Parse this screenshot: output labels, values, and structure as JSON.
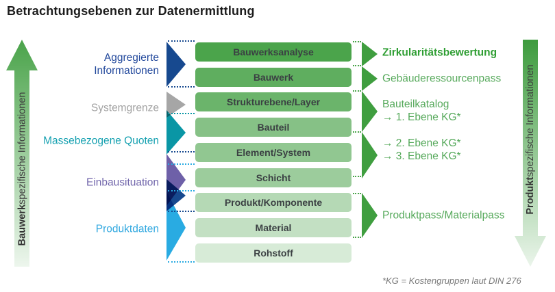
{
  "title": "Betrachtungsebenen zur Datenermittlung",
  "footnote": "*KG = Kostengruppen laut DIN 276",
  "left_axis": {
    "bold": "Bauwerk",
    "rest": "spezifische Informationen"
  },
  "right_axis": {
    "bold": "Produkt",
    "rest": "spezifische Informationen"
  },
  "bars": [
    {
      "label": "Bauwerksanalyse",
      "color": "#4ba44b"
    },
    {
      "label": "Bauwerk",
      "color": "#5fae5f"
    },
    {
      "label": "Strukturebene/Layer",
      "color": "#6bb46b"
    },
    {
      "label": "Bauteil",
      "color": "#86c186"
    },
    {
      "label": "Element/System",
      "color": "#91c791"
    },
    {
      "label": "Schicht",
      "color": "#9ccc9c"
    },
    {
      "label": "Produkt/Komponente",
      "color": "#b5d9b5"
    },
    {
      "label": "Material",
      "color": "#c3e0c3"
    },
    {
      "label": "Rohstoff",
      "color": "#d7ebd7"
    }
  ],
  "left_labels": [
    {
      "label": "Aggregierte Informationen",
      "color": "#23499c"
    },
    {
      "label": "Systemgrenze",
      "color": "#a2a2a2"
    },
    {
      "label": "Massebezogene Quoten",
      "color": "#14a0b0"
    },
    {
      "label": "Einbausituation",
      "color": "#7166ab"
    },
    {
      "label": "Produktdaten",
      "color": "#33a9e0"
    }
  ],
  "left_triangles": [
    {
      "name": "aggregierte-informationen",
      "color": "#17498f"
    },
    {
      "name": "systemgrenze",
      "color": "#a6a6a6"
    },
    {
      "name": "massebezogene-quoten",
      "color": "#0a96a5"
    },
    {
      "name": "einbausituation",
      "color": "#6e60a8"
    },
    {
      "name": "einbau-produkt-accent",
      "color": "#17498f"
    },
    {
      "name": "produktdaten",
      "color": "#29abe2"
    }
  ],
  "right_labels": [
    {
      "lines": [
        "Zirkularitätsbewertung"
      ],
      "bold": true,
      "color": "#2f9e33"
    },
    {
      "lines": [
        "Gebäuderessourcenpass"
      ],
      "bold": false,
      "color": "#56a95b"
    },
    {
      "lines": [
        "Bauteilkatalog",
        "→ 1. Ebene KG*"
      ],
      "bold": false,
      "color": "#56a95b"
    },
    {
      "lines": [
        "→ 2. Ebene KG*",
        "→ 3. Ebene KG*"
      ],
      "bold": false,
      "color": "#56a95b"
    },
    {
      "lines": [
        "Produktpass/Materialpass"
      ],
      "bold": false,
      "color": "#56a95b"
    }
  ],
  "colors": {
    "right_triangle_green": "#3f9e3f",
    "right_dotted_green": "#4aa44a",
    "arrow_left_top": "#4aa34a",
    "arrow_left_bottom": "#edf6ed",
    "arrow_right_top": "#3d9b3d",
    "arrow_right_bottom": "#ebf5eb"
  }
}
